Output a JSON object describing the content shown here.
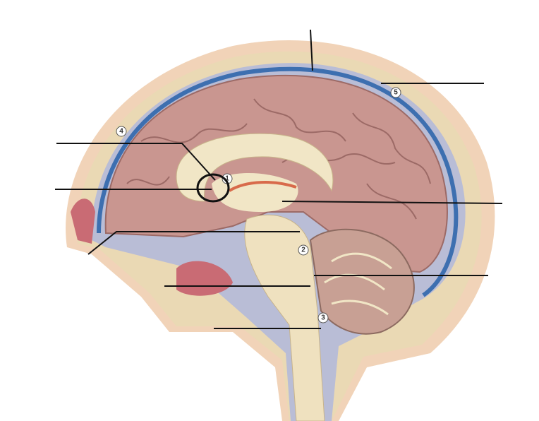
{
  "figure": {
    "markers": [
      "1",
      "2",
      "3",
      "4",
      "5"
    ],
    "colors": {
      "skin": "#f1d3b8",
      "bone": "#ead9b4",
      "sinus": "#3d6fb0",
      "csf": "#b9bdd6",
      "brain": "#c99690",
      "brain_dark": "#9c6a66",
      "white_matter": "#f1e6c6",
      "leader_line": "#111111"
    }
  }
}
